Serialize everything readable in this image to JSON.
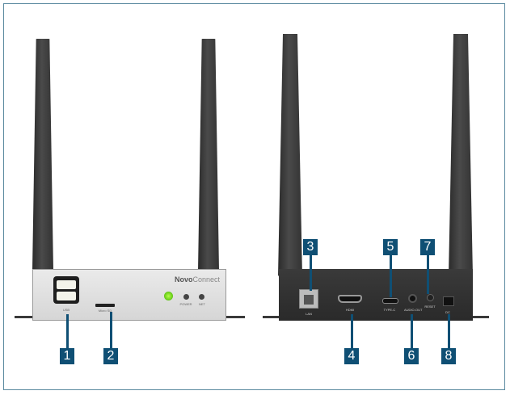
{
  "diagram": {
    "title": "NovoConnect device front and rear panels",
    "brand": {
      "bold": "Novo",
      "light": "Connect"
    },
    "front_panel": {
      "port_labels": {
        "usb": "USB",
        "microsd": "Micro SD",
        "power": "POWER",
        "net": "NET"
      }
    },
    "rear_panel": {
      "port_labels": {
        "lan": "LAN",
        "hdmi": "HDMI",
        "typec": "TYPE-C",
        "audio": "AUDIO-OUT",
        "reset": "RESET",
        "dc": "DC"
      }
    },
    "callouts": [
      {
        "number": "1",
        "target": "USB"
      },
      {
        "number": "2",
        "target": "Micro SD"
      },
      {
        "number": "3",
        "target": "LAN"
      },
      {
        "number": "4",
        "target": "HDMI"
      },
      {
        "number": "5",
        "target": "TYPE-C"
      },
      {
        "number": "6",
        "target": "AUDIO-OUT"
      },
      {
        "number": "7",
        "target": "RESET"
      },
      {
        "number": "8",
        "target": "DC"
      }
    ],
    "colors": {
      "callout": "#0f4f74",
      "frame": "#5b8aa0",
      "led_power": "#6ccf1c"
    }
  }
}
